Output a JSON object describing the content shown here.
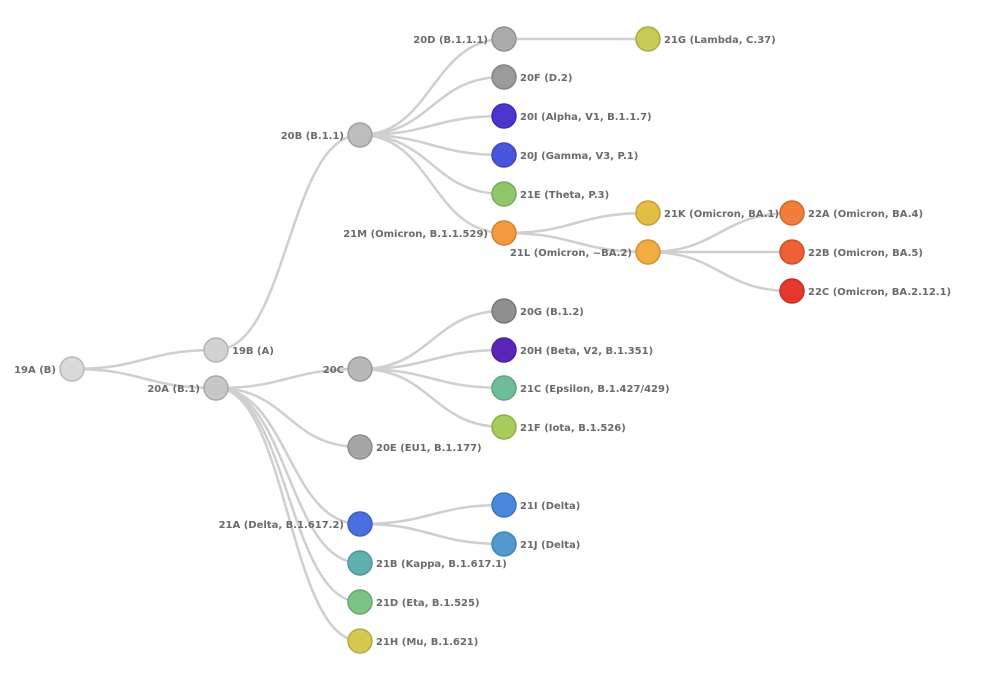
{
  "nodes": [
    {
      "id": "19A",
      "label": "19A (B)",
      "color": "#d9d9d9"
    },
    {
      "id": "19B",
      "label": "19B (A)",
      "color": "#d2d2d2"
    },
    {
      "id": "20A",
      "label": "20A (B.1)",
      "color": "#c6c6c6"
    },
    {
      "id": "20B",
      "label": "20B (B.1.1)",
      "color": "#bdbdbd"
    },
    {
      "id": "20C",
      "label": "20C",
      "color": "#b8b8b8"
    },
    {
      "id": "20E",
      "label": "20E (EU1, B.1.177)",
      "color": "#a6a6a6"
    },
    {
      "id": "21A",
      "label": "21A (Delta, B.1.617.2)",
      "color": "#4a6fe0"
    },
    {
      "id": "21B",
      "label": "21B (Kappa, B.1.617.1)",
      "color": "#5fb0b0"
    },
    {
      "id": "21D",
      "label": "21D (Eta, B.1.525)",
      "color": "#7cc484"
    },
    {
      "id": "21H",
      "label": "21H (Mu, B.1.621)",
      "color": "#d6c84e"
    },
    {
      "id": "20D",
      "label": "20D (B.1.1.1)",
      "color": "#ababab"
    },
    {
      "id": "20F",
      "label": "20F (D.2)",
      "color": "#9b9b9b"
    },
    {
      "id": "20I",
      "label": "20I (Alpha, V1, B.1.1.7)",
      "color": "#4b35cf"
    },
    {
      "id": "20J",
      "label": "20J (Gamma, V3, P.1)",
      "color": "#4a55dd"
    },
    {
      "id": "21E",
      "label": "21E (Theta, P.3)",
      "color": "#90c76a"
    },
    {
      "id": "21M",
      "label": "21M (Omicron, B.1.1.529)",
      "color": "#f39a3c"
    },
    {
      "id": "21G",
      "label": "21G (Lambda, C.37)",
      "color": "#c5cb55"
    },
    {
      "id": "21K",
      "label": "21K (Omicron, BA.1)",
      "color": "#e4bd45"
    },
    {
      "id": "21L",
      "label": "21L (Omicron, ~BA.2)",
      "color": "#f2ac3f"
    },
    {
      "id": "22A",
      "label": "22A (Omicron, BA.4)",
      "color": "#f17e3b"
    },
    {
      "id": "22B",
      "label": "22B (Omicron, BA.5)",
      "color": "#ee5f34"
    },
    {
      "id": "22C",
      "label": "22C (Omicron, BA.2.12.1)",
      "color": "#e6382d"
    },
    {
      "id": "20G",
      "label": "20G (B.1.2)",
      "color": "#8f8f8f"
    },
    {
      "id": "20H",
      "label": "20H (Beta, V2, B.1.351)",
      "color": "#5a25b8"
    },
    {
      "id": "21C",
      "label": "21C (Epsilon, B.1.427/429)",
      "color": "#6fbd98"
    },
    {
      "id": "21F",
      "label": "21F (Iota, B.1.526)",
      "color": "#a8cc5c"
    },
    {
      "id": "21I",
      "label": "21I (Delta)",
      "color": "#4a88dd"
    },
    {
      "id": "21J",
      "label": "21J (Delta)",
      "color": "#4f9bcf"
    }
  ],
  "edges": [
    [
      "19A",
      "19B"
    ],
    [
      "19A",
      "20A"
    ],
    [
      "19B",
      "20B"
    ],
    [
      "20A",
      "20C"
    ],
    [
      "20A",
      "20E"
    ],
    [
      "20A",
      "21A"
    ],
    [
      "20A",
      "21B"
    ],
    [
      "20A",
      "21D"
    ],
    [
      "20A",
      "21H"
    ],
    [
      "20B",
      "20D"
    ],
    [
      "20B",
      "20F"
    ],
    [
      "20B",
      "20I"
    ],
    [
      "20B",
      "20J"
    ],
    [
      "20B",
      "21E"
    ],
    [
      "20B",
      "21M"
    ],
    [
      "20D",
      "21G"
    ],
    [
      "21M",
      "21K"
    ],
    [
      "21M",
      "21L"
    ],
    [
      "21L",
      "22A"
    ],
    [
      "21L",
      "22B"
    ],
    [
      "21L",
      "22C"
    ],
    [
      "20C",
      "20G"
    ],
    [
      "20C",
      "20H"
    ],
    [
      "20C",
      "21C"
    ],
    [
      "20C",
      "21F"
    ],
    [
      "21A",
      "21I"
    ],
    [
      "21A",
      "21J"
    ]
  ]
}
